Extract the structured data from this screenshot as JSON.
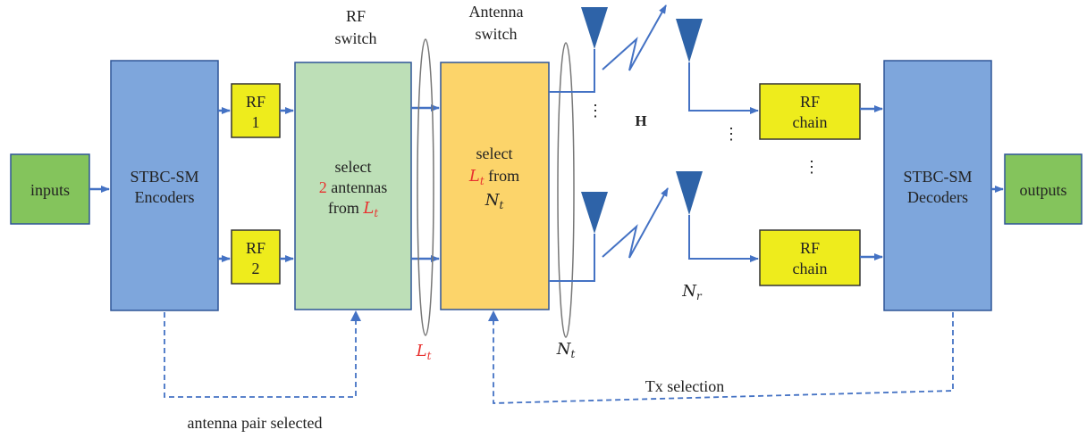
{
  "colors": {
    "block_blue": "#7ea6dc",
    "block_blue_border": "#2f5597",
    "rf_yellow": "#eeec1c",
    "rf_yellow_border": "#333333",
    "rf_switch_green": "#bddfb7",
    "antenna_switch_orange": "#fcd46a",
    "io_green": "#84c45c",
    "arrow_blue": "#4472c4",
    "accent_red": "#e8312f"
  },
  "labels": {
    "rf_switch_title": [
      "RF",
      "switch"
    ],
    "antenna_switch_title": [
      "Antenna",
      "switch"
    ],
    "channel": "H",
    "tx_selection": "Tx selection",
    "antenna_pair_selected": "antenna pair selected",
    "L_t": "L",
    "L_t_sub": "t",
    "N_t": "N",
    "N_t_sub": "t",
    "N_r": "N",
    "N_r_sub": "r",
    "vdots": "⋮"
  },
  "blocks": {
    "inputs": "inputs",
    "outputs": "outputs",
    "encoder": [
      "STBC-SM",
      "Encoders"
    ],
    "decoder": [
      "STBC-SM",
      "Decoders"
    ],
    "rf1": [
      "RF",
      "1"
    ],
    "rf2": [
      "RF",
      "2"
    ],
    "rf_chain_1": [
      "RF",
      "chain"
    ],
    "rf_chain_2": [
      "RF",
      "chain"
    ],
    "rf_switch": {
      "line1": "select",
      "line2_num": "2",
      "line2_text": " antennas",
      "line3_text": "from ",
      "line3_math": "L",
      "line3_sub": "t"
    },
    "antenna_switch": {
      "line1": "select",
      "line2_math": "L",
      "line2_sub": "t",
      "line2_text": " from",
      "line3_math": "N",
      "line3_sub": "t"
    }
  },
  "icons": {
    "antenna": "antenna-triangle-icon",
    "signal": "lightning-arrow-icon"
  }
}
